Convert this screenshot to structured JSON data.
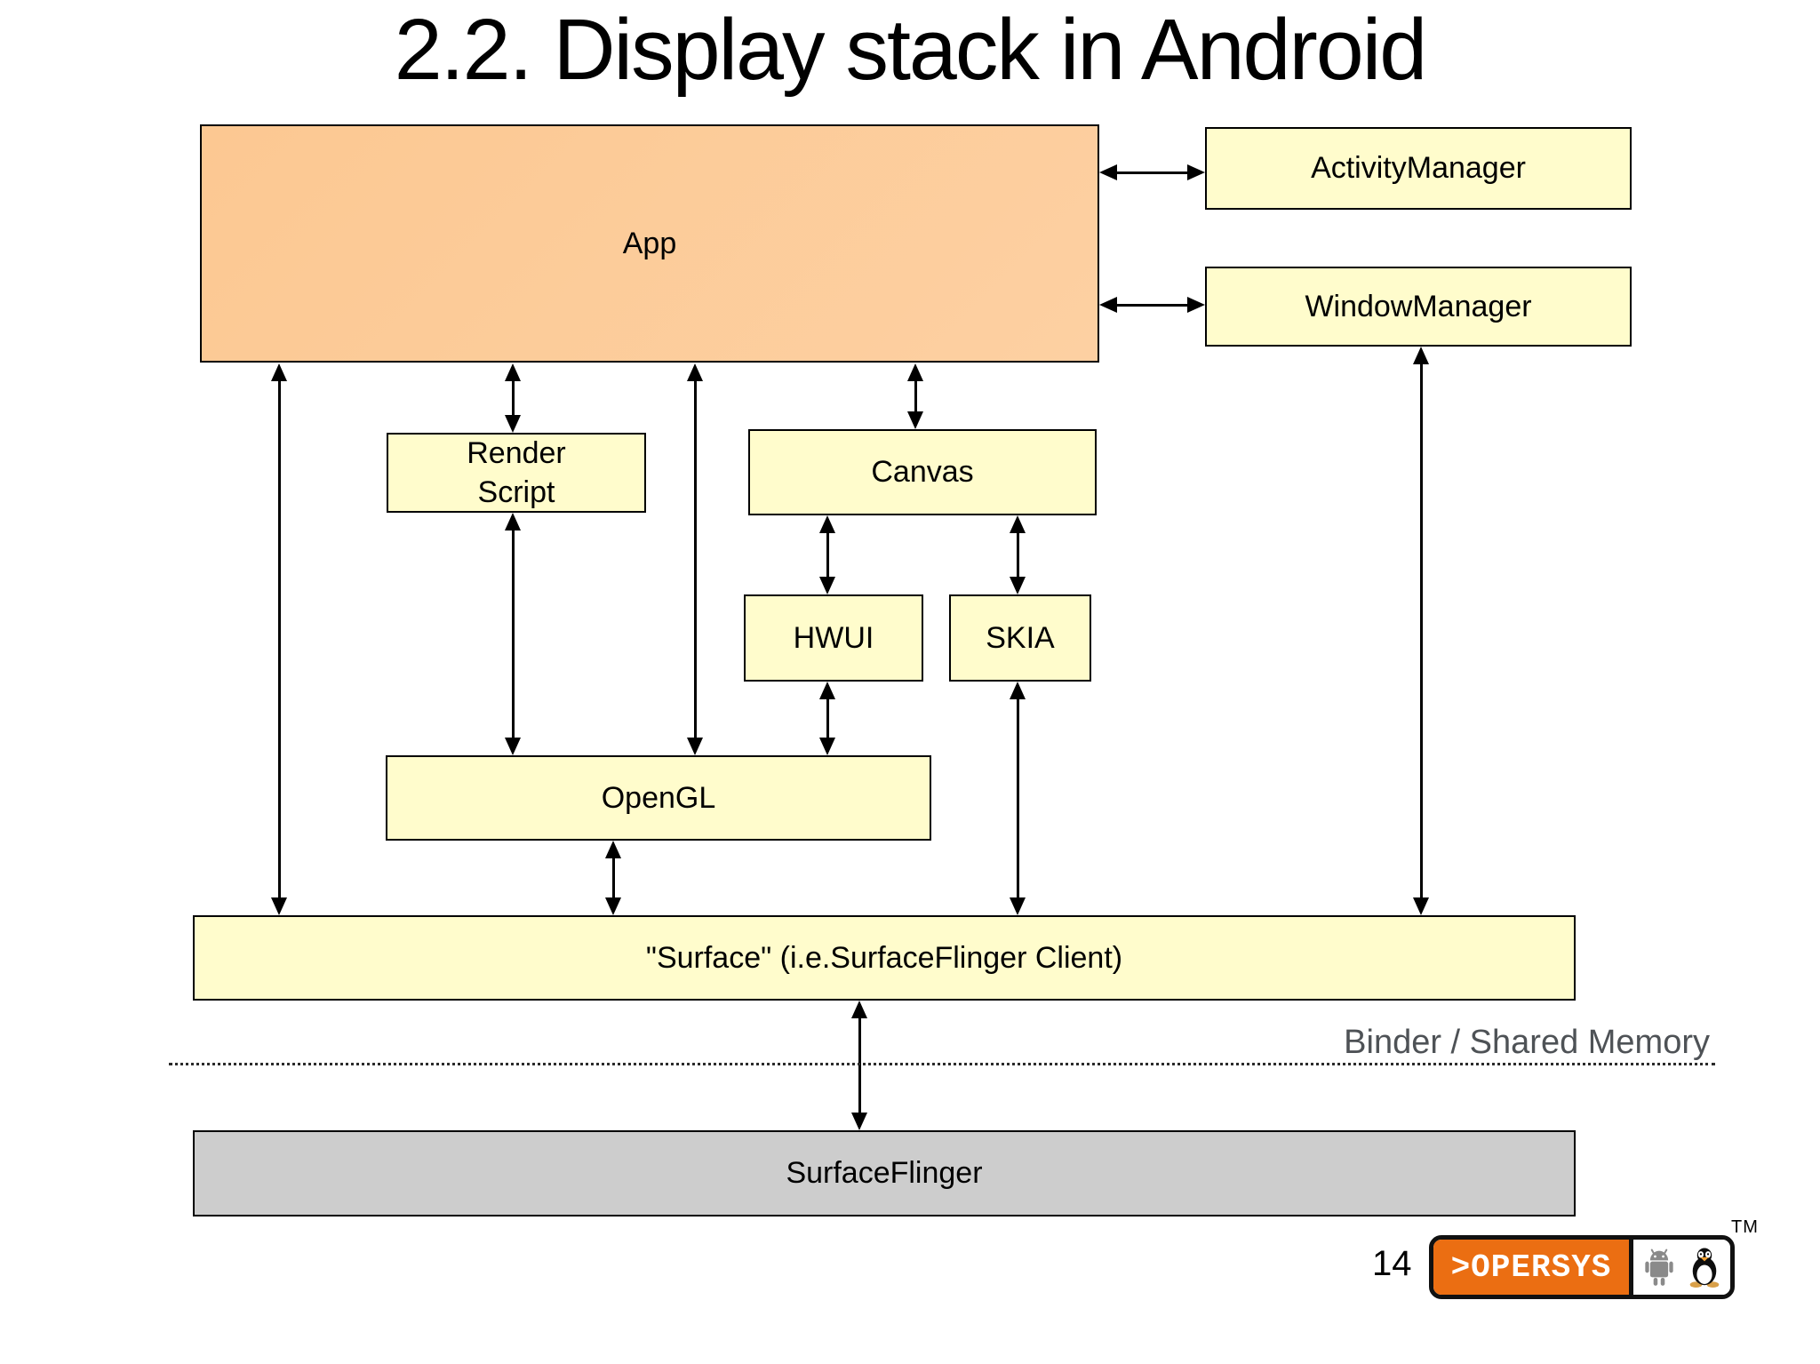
{
  "title": "2.2. Display stack in Android",
  "nodes": {
    "app": "App",
    "activity_manager": "ActivityManager",
    "window_manager": "WindowManager",
    "render_script": "Render\nScript",
    "canvas": "Canvas",
    "hwui": "HWUI",
    "skia": "SKIA",
    "opengl": "OpenGL",
    "surface": "\"Surface\" (i.e.SurfaceFlinger Client)",
    "surface_flinger": "SurfaceFlinger"
  },
  "edges": [
    {
      "from": "app",
      "to": "activity_manager",
      "bidirectional": true
    },
    {
      "from": "app",
      "to": "window_manager",
      "bidirectional": true
    },
    {
      "from": "app",
      "to": "surface",
      "bidirectional": true
    },
    {
      "from": "app",
      "to": "render_script",
      "bidirectional": true
    },
    {
      "from": "app",
      "to": "opengl",
      "bidirectional": true
    },
    {
      "from": "app",
      "to": "canvas",
      "bidirectional": true
    },
    {
      "from": "render_script",
      "to": "opengl",
      "bidirectional": true
    },
    {
      "from": "canvas",
      "to": "hwui",
      "bidirectional": true
    },
    {
      "from": "canvas",
      "to": "skia",
      "bidirectional": true
    },
    {
      "from": "hwui",
      "to": "opengl",
      "bidirectional": true
    },
    {
      "from": "skia",
      "to": "surface",
      "bidirectional": true
    },
    {
      "from": "opengl",
      "to": "surface",
      "bidirectional": true
    },
    {
      "from": "window_manager",
      "to": "surface",
      "bidirectional": true
    },
    {
      "from": "surface",
      "to": "surface_flinger",
      "bidirectional": true
    }
  ],
  "annotations": {
    "binder_label": "Binder / Shared Memory"
  },
  "footer": {
    "page_number": "14",
    "logo_text": ">OPERSYS",
    "trademark": "TM",
    "icons": [
      "android-robot-icon",
      "tux-icon"
    ]
  },
  "colors": {
    "app_fill": "#FCC892",
    "node_fill": "#FFFCCC",
    "flinger_fill": "#CDCDCD",
    "binder_text": "#4E5256",
    "logo_orange": "#EB6E12",
    "border": "#000000"
  }
}
